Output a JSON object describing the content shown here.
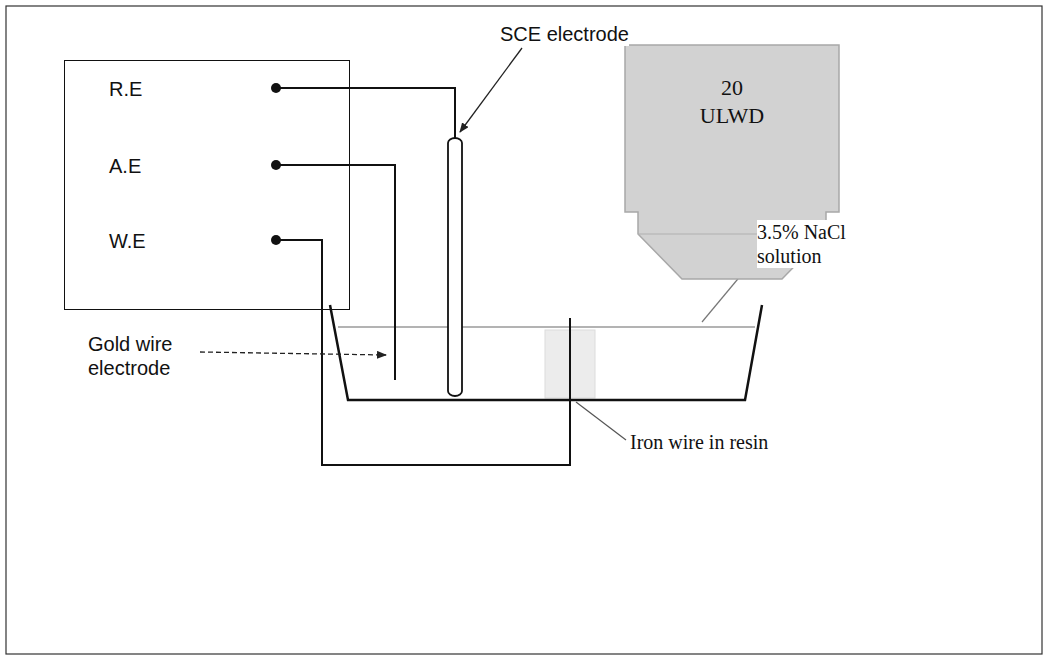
{
  "diagram": {
    "nodes": [
      {
        "text": [
          "R.E",
          "A.E",
          "W.E"
        ]
      },
      {
        "text": [
          "20 ULWD"
        ]
      }
    ],
    "labels": [
      "SCE electrode",
      "3.5% NaCl solution",
      "Gold wire electrode",
      "Iron wire in resin"
    ]
  }
}
